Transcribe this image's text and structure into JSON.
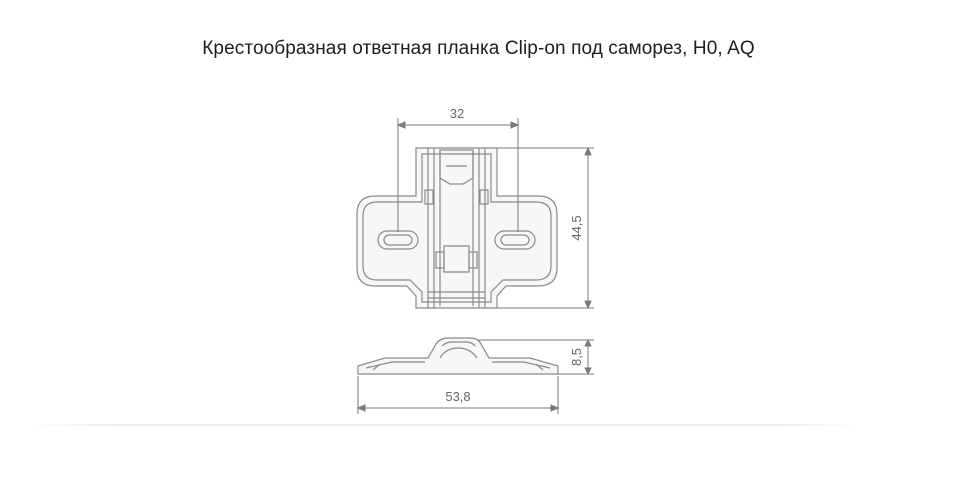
{
  "title": "Крестообразная ответная планка Clip-on под саморез, H0, AQ",
  "dimensions": {
    "width_hole_spacing": "32",
    "height": "44,5",
    "thickness": "8,5",
    "overall_length": "53,8"
  },
  "colors": {
    "part_stroke": "#8a8a8a",
    "part_fill": "#f6f6f6",
    "dimension_line": "#7a7a7a",
    "dimension_text": "#666666"
  }
}
